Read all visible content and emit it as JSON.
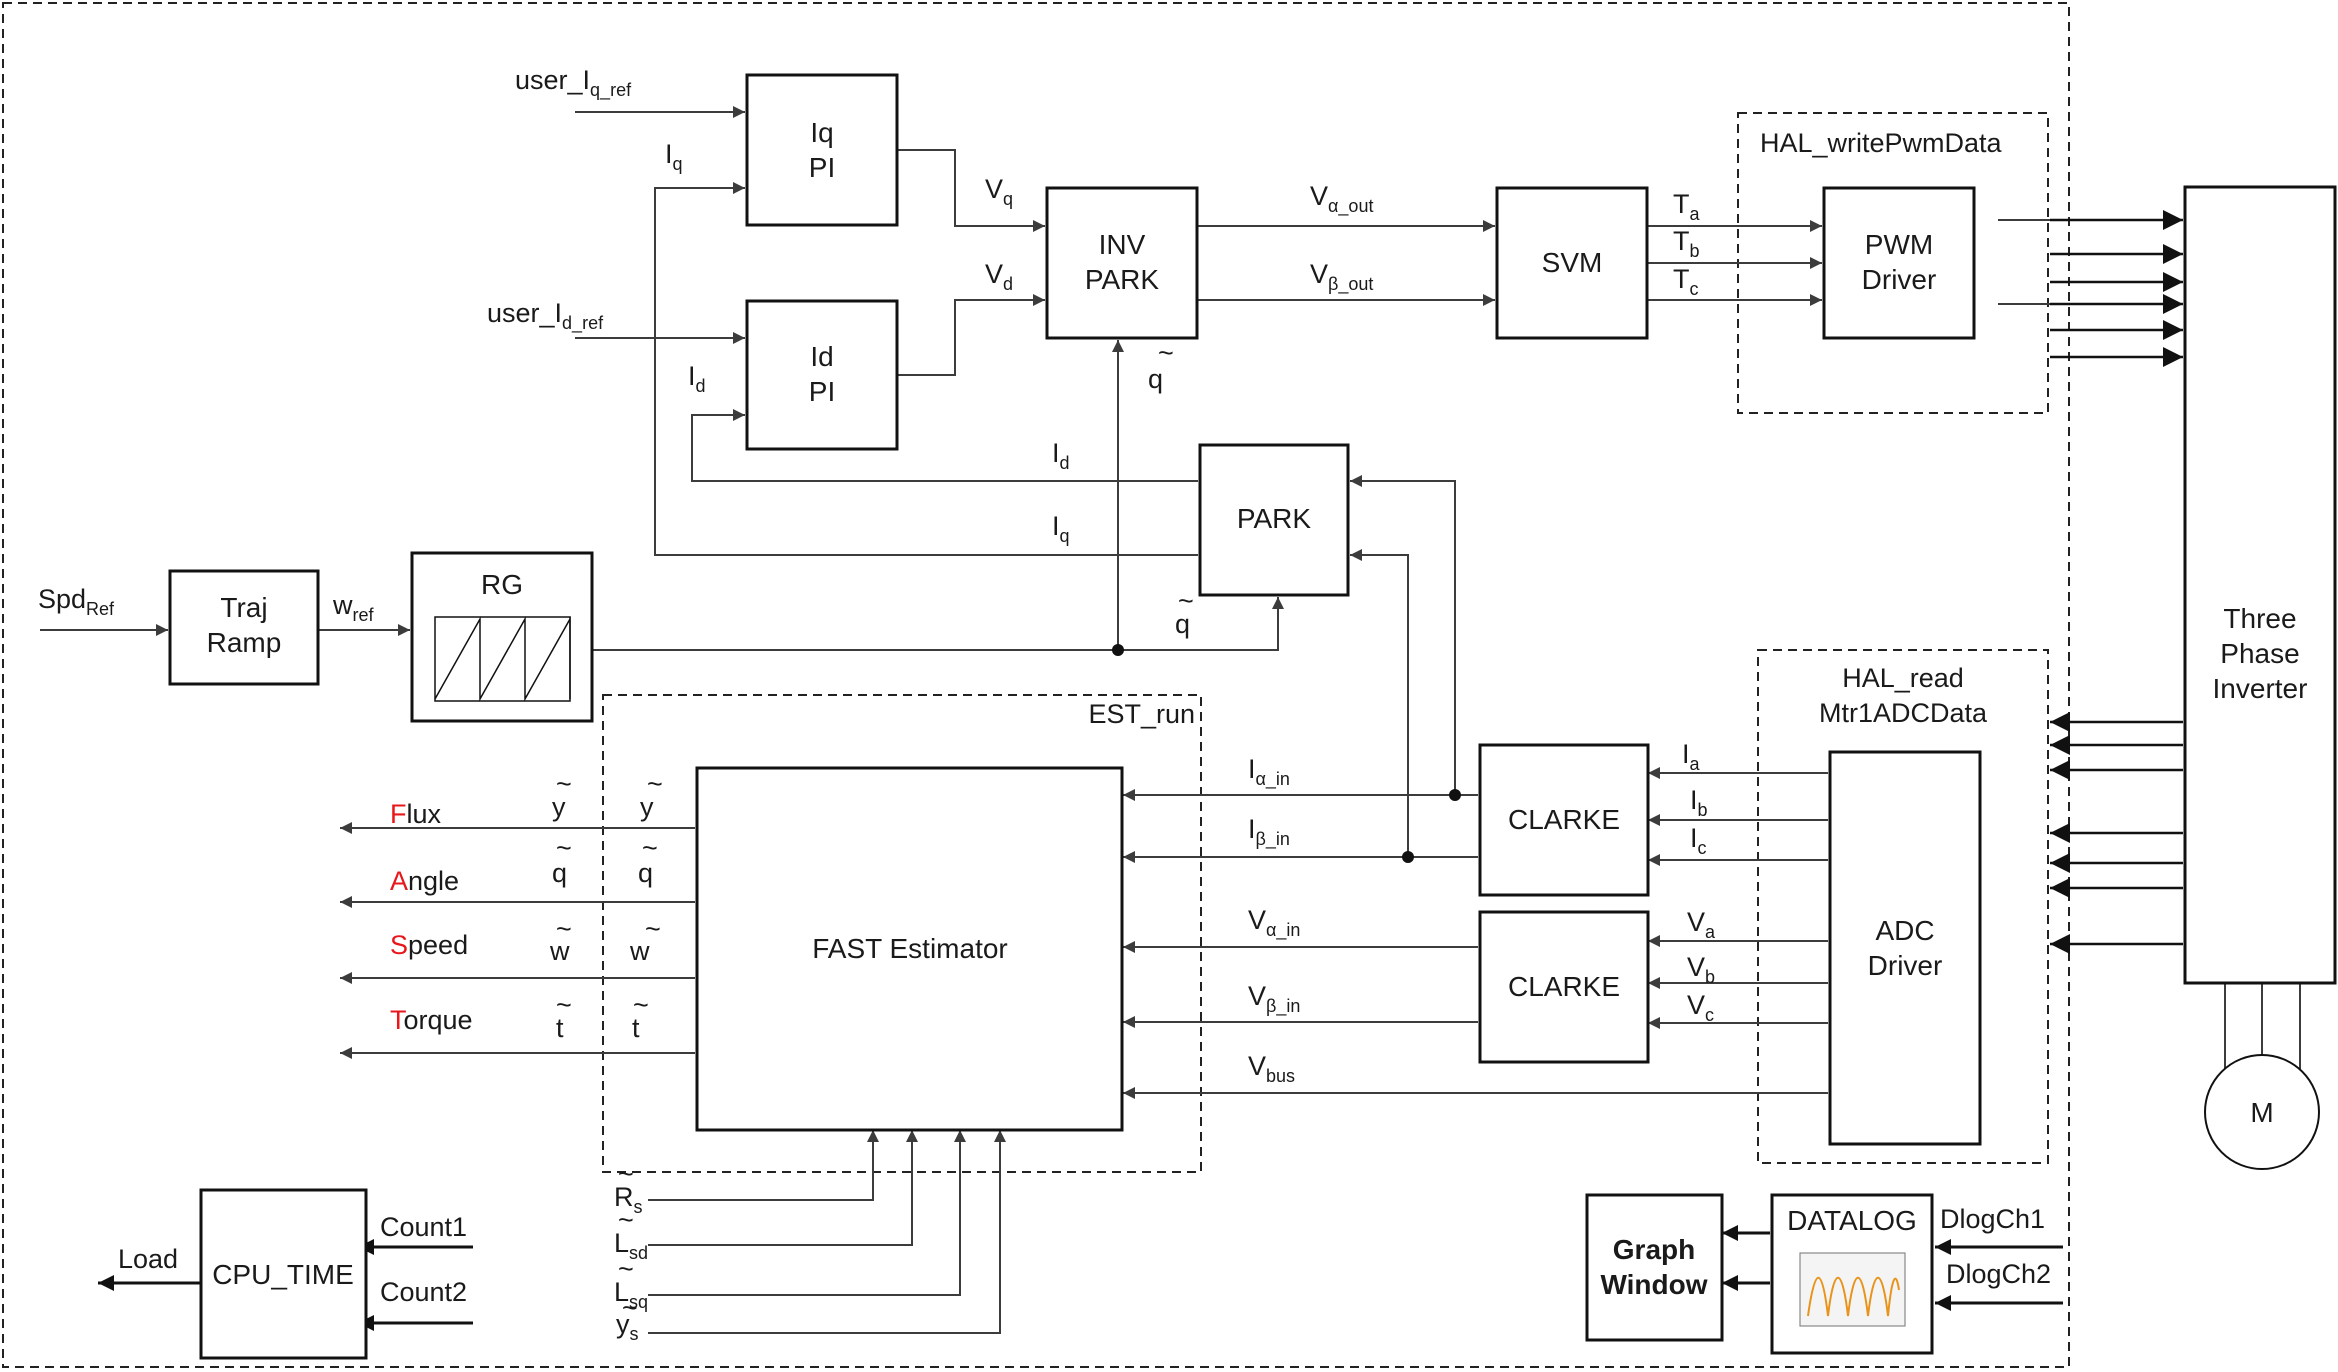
{
  "blocks": {
    "iq_pi": {
      "line1": "Iq",
      "line2": "PI"
    },
    "id_pi": {
      "line1": "Id",
      "line2": "PI"
    },
    "inv_park": {
      "line1": "INV",
      "line2": "PARK"
    },
    "svm": "SVM",
    "pwm_driver": {
      "line1": "PWM",
      "line2": "Driver"
    },
    "three_phase_inverter": {
      "line1": "Three",
      "line2": "Phase",
      "line3": "Inverter"
    },
    "park": "PARK",
    "traj_ramp": {
      "line1": "Traj",
      "line2": "Ramp"
    },
    "rg": "RG",
    "fast_estimator": "FAST Estimator",
    "clarke_current": "CLARKE",
    "clarke_voltage": "CLARKE",
    "adc_driver": {
      "line1": "ADC",
      "line2": "Driver"
    },
    "motor": "M",
    "cpu_time": "CPU_TIME",
    "graph_window": {
      "line1": "Graph",
      "line2": "Window"
    },
    "datalog": "DATALOG"
  },
  "groups": {
    "hal_write": "HAL_writePwmData",
    "hal_read": {
      "line1": "HAL_read",
      "line2": "Mtr1ADCData"
    },
    "est_run": "EST_run"
  },
  "signals": {
    "user_iq_ref": {
      "base": "user_I",
      "sub": "q_ref"
    },
    "user_id_ref": {
      "base": "user_I",
      "sub": "d_ref"
    },
    "iq_fb": {
      "base": "I",
      "sub": "q"
    },
    "id_fb": {
      "base": "I",
      "sub": "d"
    },
    "vq": {
      "base": "V",
      "sub": "q"
    },
    "vd": {
      "base": "V",
      "sub": "d"
    },
    "v_alpha_out": {
      "base": "V",
      "sub": "α_out"
    },
    "v_beta_out": {
      "base": "V",
      "sub": "β_out"
    },
    "ta": {
      "base": "T",
      "sub": "a"
    },
    "tb": {
      "base": "T",
      "sub": "b"
    },
    "tc": {
      "base": "T",
      "sub": "c"
    },
    "theta_inv": "q",
    "theta_park": "q",
    "park_id": {
      "base": "I",
      "sub": "d"
    },
    "park_iq": {
      "base": "I",
      "sub": "q"
    },
    "spd_ref": {
      "base": "Spd",
      "sub": "Ref"
    },
    "w_ref": {
      "base": "w",
      "sub": "ref"
    },
    "i_alpha_in": {
      "base": "I",
      "sub": "α_in"
    },
    "i_beta_in": {
      "base": "I",
      "sub": "β_in"
    },
    "v_alpha_in": {
      "base": "V",
      "sub": "α_in"
    },
    "v_beta_in": {
      "base": "V",
      "sub": "β_in"
    },
    "v_bus": {
      "base": "V",
      "sub": "bus"
    },
    "ia": {
      "base": "I",
      "sub": "a"
    },
    "ib": {
      "base": "I",
      "sub": "b"
    },
    "ic": {
      "base": "I",
      "sub": "c"
    },
    "va": {
      "base": "V",
      "sub": "a"
    },
    "vb": {
      "base": "V",
      "sub": "b"
    },
    "vc": {
      "base": "V",
      "sub": "c"
    },
    "flux_sym": "y",
    "angle_sym": "q",
    "speed_sym": "w",
    "torque_sym": "t",
    "rs": {
      "base": "R",
      "sub": "s"
    },
    "lsd": {
      "base": "L",
      "sub": "sd"
    },
    "lsq": {
      "base": "L",
      "sub": "sq"
    },
    "ys": {
      "base": "y",
      "sub": "s"
    },
    "count1": "Count1",
    "count2": "Count2",
    "load": "Load",
    "dlog_ch1": "DlogCh1",
    "dlog_ch2": "DlogCh2",
    "tilde": "~"
  },
  "outputs": {
    "flux": {
      "initial": "F",
      "rest": "lux"
    },
    "angle": {
      "initial": "A",
      "rest": "ngle"
    },
    "speed": {
      "initial": "S",
      "rest": "peed"
    },
    "torque": {
      "initial": "T",
      "rest": "orque"
    }
  },
  "colors": {
    "accent": "#e8171c",
    "line": "#3c3c3c",
    "box": "#111111"
  }
}
